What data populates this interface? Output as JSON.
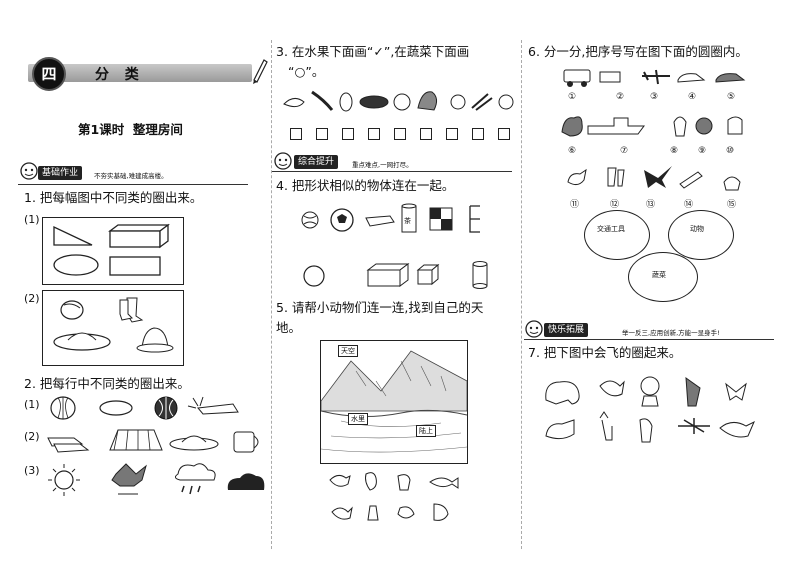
{
  "unit": {
    "number": "四",
    "title": "分  类"
  },
  "lesson": "第1课时  整理房间",
  "sections": {
    "basic": {
      "label": "基础作业",
      "motto": "不夯实基础,难建成高楼。"
    },
    "comprehensive": {
      "label": "综合提升",
      "motto": "重点难点,一网打尽。"
    },
    "fun": {
      "label": "快乐拓展",
      "motto": "举一反三,应用创新,方能一显身手!"
    }
  },
  "q1": {
    "text": "1. 把每幅图中不同类的圈出来。",
    "parts": [
      "(1)",
      "(2)"
    ]
  },
  "q2": {
    "text": "2. 把每行中不同类的圈出来。",
    "parts": [
      "(1)",
      "(2)",
      "(3)"
    ]
  },
  "q3": {
    "line1": "3. 在水果下面画“✓”,在蔬菜下面画",
    "line2": "“○”。"
  },
  "q4": {
    "text": "4. 把形状相似的物体连在一起。",
    "can_label": "茶"
  },
  "q5": {
    "line1": "5. 请帮小动物们连一连,找到自己的天",
    "line2": "地。",
    "places": [
      "天空",
      "水里",
      "陆上"
    ]
  },
  "q6": {
    "text": "6. 分一分,把序号写在图下面的圆圈内。",
    "nums": [
      "①",
      "②",
      "③",
      "④",
      "⑤",
      "⑥",
      "⑦",
      "⑧",
      "⑨",
      "⑩",
      "⑪",
      "⑫",
      "⑬",
      "⑭",
      "⑮"
    ],
    "groups": [
      "交通工具",
      "动物",
      "蔬菜"
    ]
  },
  "q7": {
    "text": "7. 把下图中会飞的圈起来。"
  }
}
